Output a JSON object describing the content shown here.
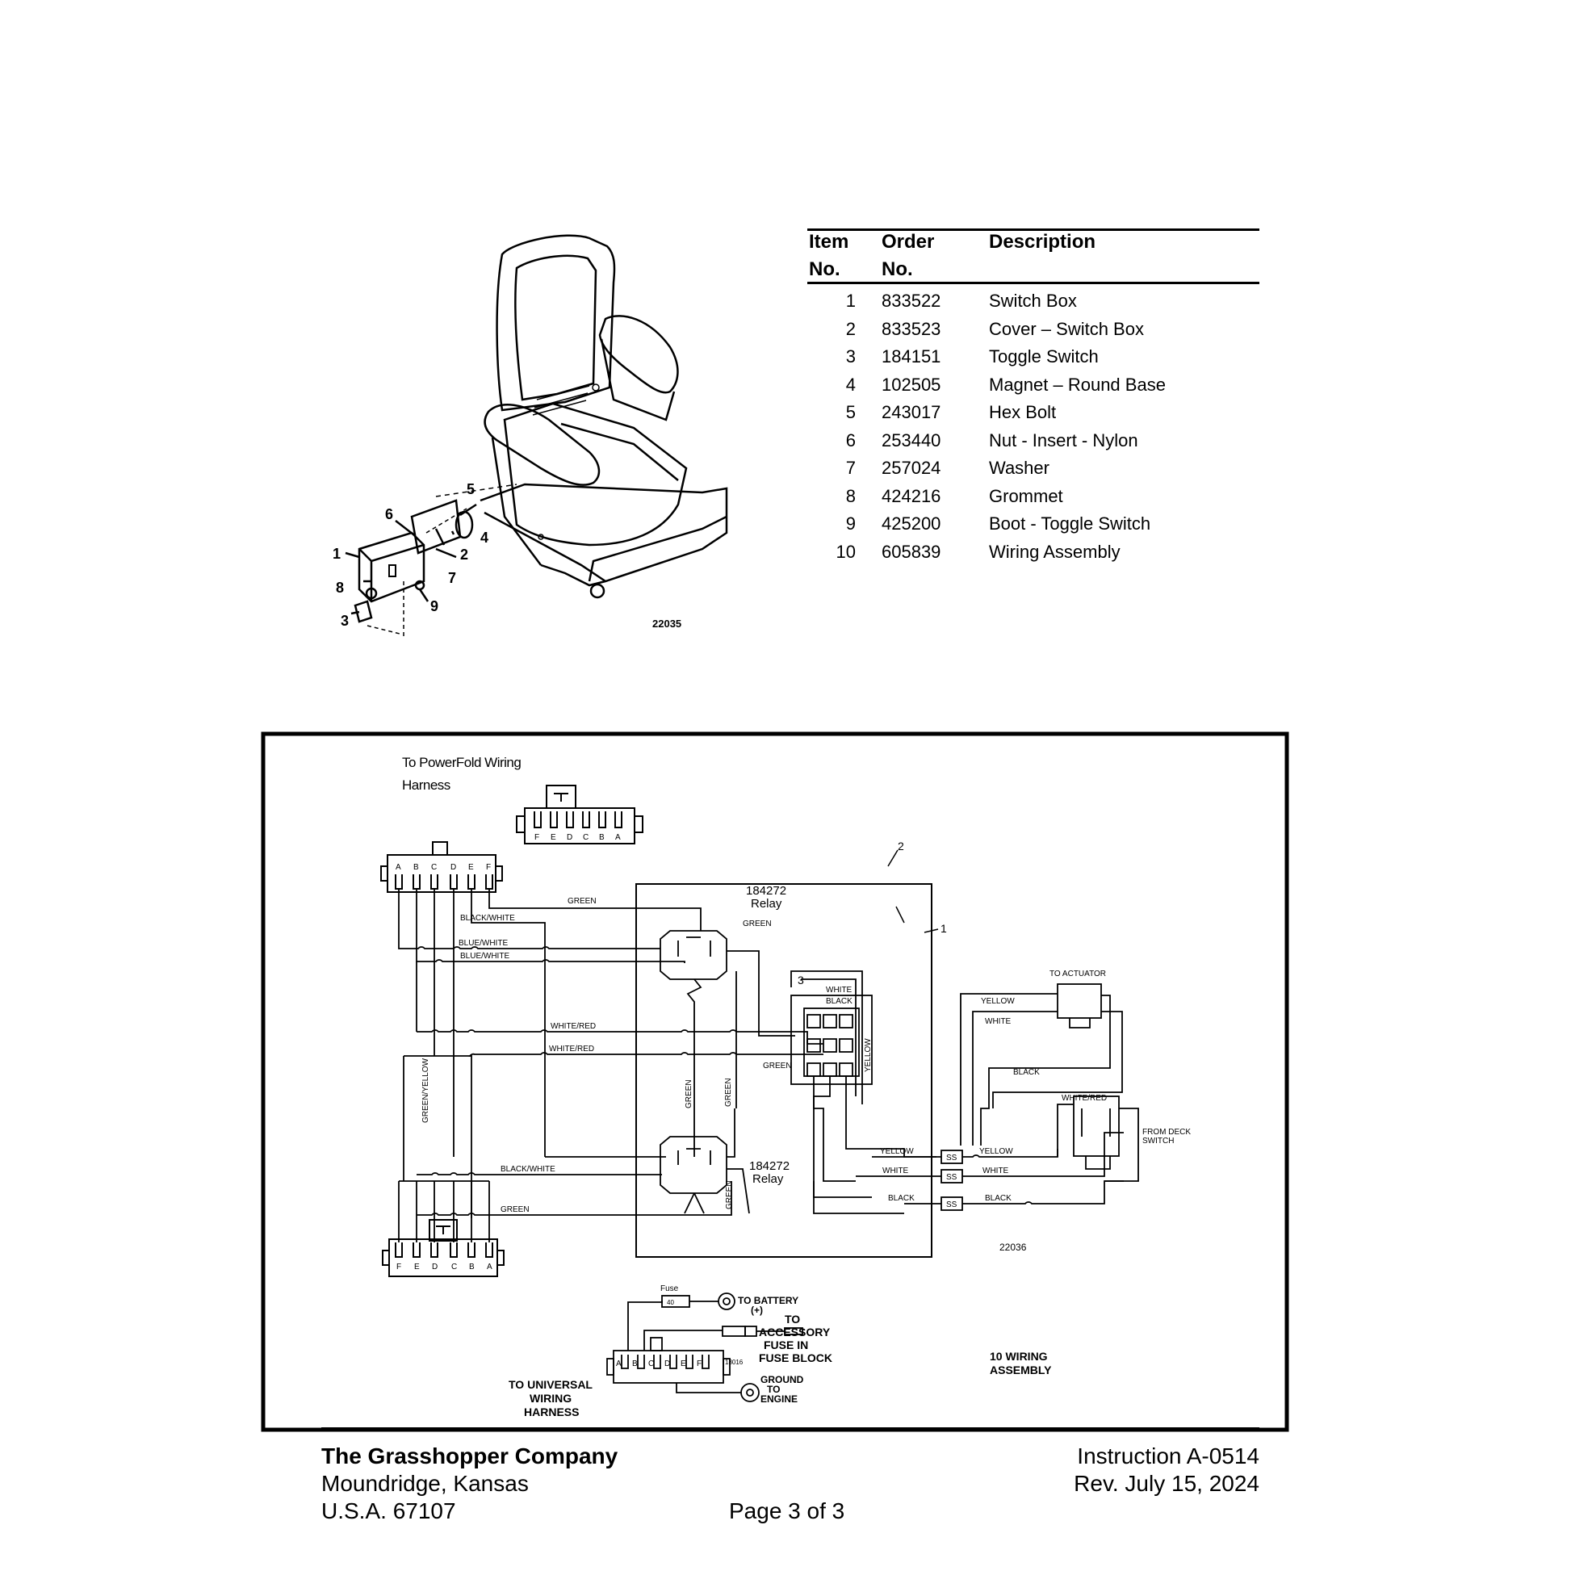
{
  "parts_figure": {
    "figure_number": "22035",
    "callouts": [
      "1",
      "2",
      "3",
      "4",
      "5",
      "6",
      "7",
      "8",
      "9"
    ]
  },
  "parts_table": {
    "headers": {
      "item": "Item No.",
      "item_line1": "Item",
      "item_line2": "No.",
      "order_line1": "Order",
      "order_line2": "No.",
      "description": "Description"
    },
    "rows": [
      {
        "item": "1",
        "order": "833522",
        "description": "Switch Box"
      },
      {
        "item": "2",
        "order": "833523",
        "description": "Cover – Switch Box"
      },
      {
        "item": "3",
        "order": "184151",
        "description": "Toggle Switch"
      },
      {
        "item": "4",
        "order": "102505",
        "description": "Magnet – Round Base"
      },
      {
        "item": "5",
        "order": "243017",
        "description": "Hex Bolt"
      },
      {
        "item": "6",
        "order": "253440",
        "description": "Nut - Insert - Nylon"
      },
      {
        "item": "7",
        "order": "257024",
        "description": "Washer"
      },
      {
        "item": "8",
        "order": "424216",
        "description": "Grommet"
      },
      {
        "item": "9",
        "order": "425200",
        "description": "Boot - Toggle Switch"
      },
      {
        "item": "10",
        "order": "605839",
        "description": "Wiring Assembly"
      }
    ]
  },
  "wiring_diagram": {
    "harness_title_line1": "To PowerFold Wiring",
    "harness_title_line2": "Harness",
    "connector_pins_left": [
      "A",
      "B",
      "C",
      "D",
      "E",
      "F"
    ],
    "connector_pins_right": [
      "F",
      "E",
      "D",
      "C",
      "B",
      "A"
    ],
    "wire_labels": {
      "green": "GREEN",
      "black_white": "BLACK/WHITE",
      "blue_white": "BLUE/WHITE",
      "white_red": "WHITE/RED",
      "green_yellow": "GREEN/YELLOW",
      "yellow": "YELLOW",
      "white": "WHITE",
      "black": "BLACK"
    },
    "relay_part": "184272",
    "relay_label": "Relay",
    "callout_1": "1",
    "callout_2": "2",
    "callout_3": "3",
    "to_actuator": "TO ACTUATOR",
    "from_deck_switch_line1": "FROM DECK",
    "from_deck_switch_line2": "SWITCH",
    "ss": "SS",
    "figure_number": "22036",
    "fuse_label": "Fuse",
    "fuse_value": "40",
    "to_battery_line1": "TO BATTERY",
    "to_battery_line2": "(+)",
    "to_accessory": [
      "TO",
      "ACCESSORY",
      "FUSE IN",
      "FUSE BLOCK"
    ],
    "small_figure_number": "18016",
    "ground": [
      "GROUND",
      "TO",
      "ENGINE"
    ],
    "to_universal": [
      "TO UNIVERSAL",
      "WIRING",
      "HARNESS"
    ],
    "assembly_line1": "10 WIRING",
    "assembly_line2": "ASSEMBLY"
  },
  "footer": {
    "company": "The Grasshopper Company",
    "city": "Moundridge, Kansas",
    "country_zip": "U.S.A. 67107",
    "page": "Page 3 of 3",
    "instruction": "Instruction A-0514",
    "revision": "Rev. July 15, 2024"
  }
}
